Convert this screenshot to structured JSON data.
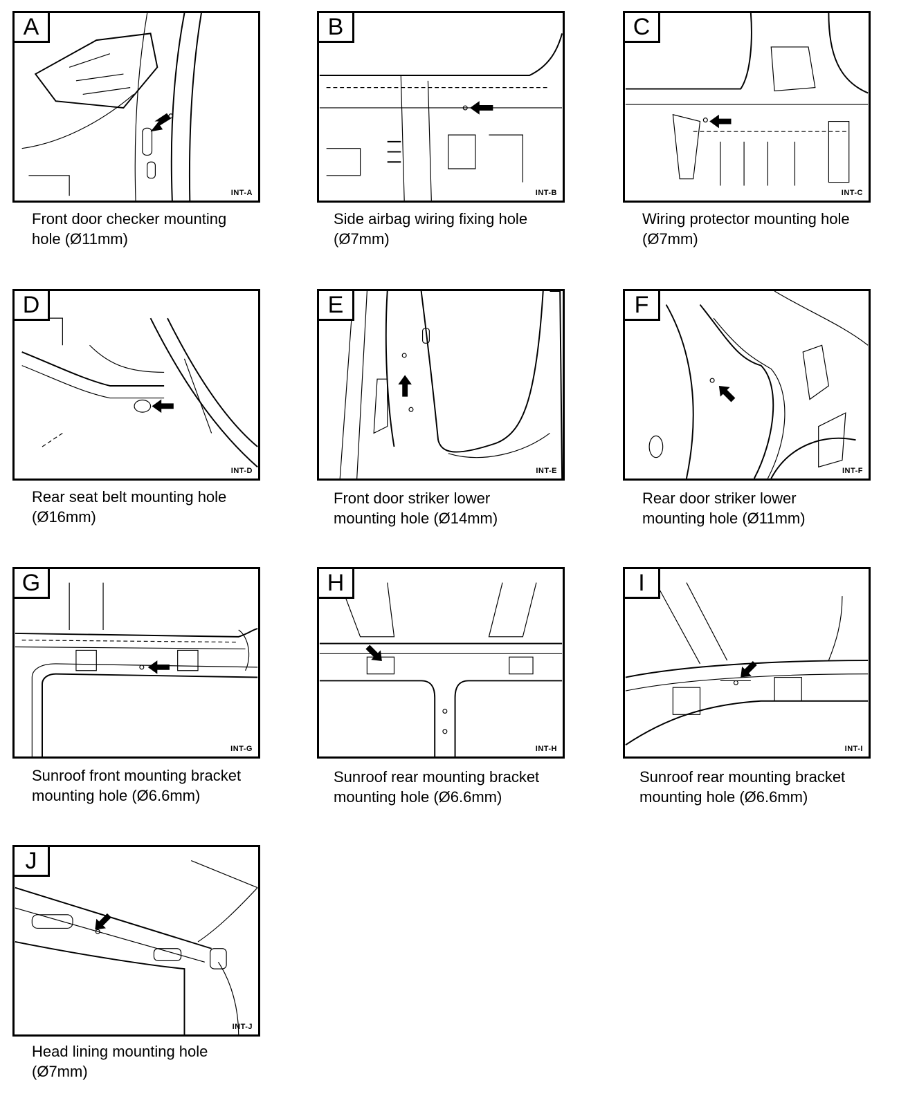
{
  "panels": [
    {
      "letter": "A",
      "code": "INT-A",
      "caption": [
        "Front door checker mounting",
        "hole (Ø11mm)"
      ]
    },
    {
      "letter": "B",
      "code": "INT-B",
      "caption": [
        "Side airbag wiring fixing hole",
        "(Ø7mm)"
      ]
    },
    {
      "letter": "C",
      "code": "INT-C",
      "caption": [
        "Wiring protector mounting hole",
        "(Ø7mm)"
      ]
    },
    {
      "letter": "D",
      "code": "INT-D",
      "caption": [
        "Rear seat belt mounting hole",
        "(Ø16mm)"
      ]
    },
    {
      "letter": "E",
      "code": "INT-E",
      "caption": [
        "Front door striker lower",
        "mounting hole (Ø14mm)"
      ]
    },
    {
      "letter": "F",
      "code": "INT-F",
      "caption": [
        "Rear door striker lower",
        "mounting hole (Ø11mm)"
      ]
    },
    {
      "letter": "G",
      "code": "INT-G",
      "caption": [
        "Sunroof front mounting bracket",
        "mounting hole (Ø6.6mm)"
      ]
    },
    {
      "letter": "H",
      "code": "INT-H",
      "caption": [
        "Sunroof rear mounting bracket",
        "mounting hole (Ø6.6mm)"
      ]
    },
    {
      "letter": "I",
      "code": "INT-I",
      "caption": [
        "Sunroof rear mounting bracket",
        "mounting hole (Ø6.6mm)"
      ]
    },
    {
      "letter": "J",
      "code": "INT-J",
      "caption": [
        "Head lining mounting hole",
        "(Ø7mm)"
      ]
    }
  ]
}
